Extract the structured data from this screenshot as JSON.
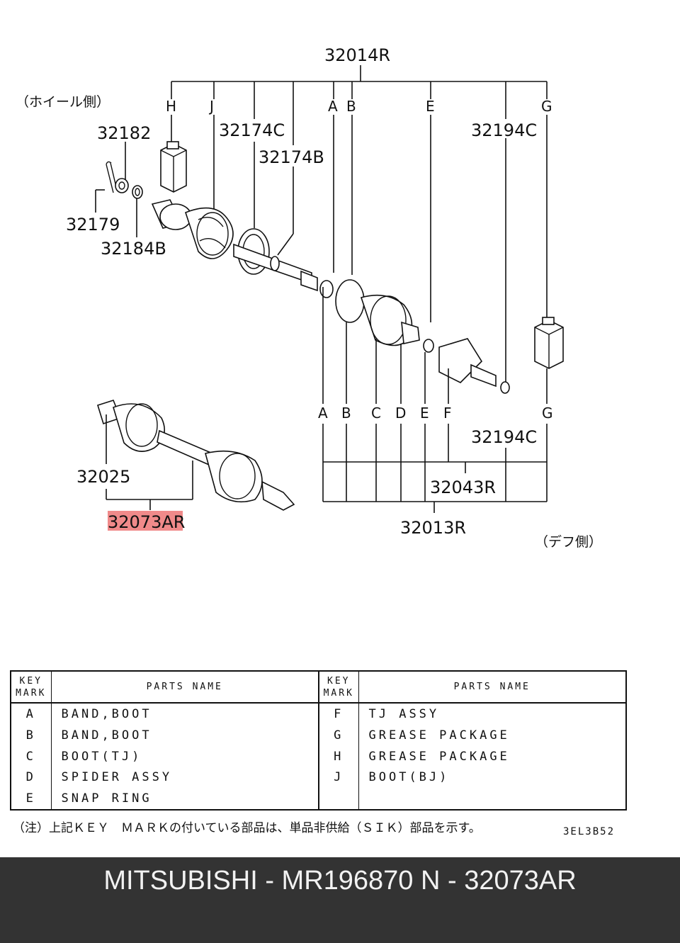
{
  "diagram": {
    "labels": {
      "assy_upper": "32014R",
      "wheel_side": "（ホイール側）",
      "diff_side": "（デフ側）",
      "p32182": "32182",
      "p32179": "32179",
      "p32184b": "32184B",
      "p32174c": "32174C",
      "p32174b": "32174B",
      "p32194c_top": "32194C",
      "p32194c_bottom": "32194C",
      "p32025": "32025",
      "p32073ar_highlight": "32073A",
      "p32073ar_suffix": "R",
      "p32043r": "32043R",
      "p32013r": "32013R"
    },
    "key_letters_top": [
      "H",
      "J",
      "A",
      "B",
      "E",
      "G"
    ],
    "key_letters_bottom": [
      "A",
      "B",
      "C",
      "D",
      "E",
      "F",
      "G"
    ],
    "highlight_color": "#f08a8a"
  },
  "table": {
    "header_key": [
      "KEY",
      "MARK"
    ],
    "header_name": "PARTS NAME",
    "left_rows": [
      {
        "key": "A",
        "name": "BAND,BOOT"
      },
      {
        "key": "B",
        "name": "BAND,BOOT"
      },
      {
        "key": "C",
        "name": "BOOT(TJ)"
      },
      {
        "key": "D",
        "name": "SPIDER ASSY"
      },
      {
        "key": "E",
        "name": "SNAP RING"
      }
    ],
    "right_rows": [
      {
        "key": "F",
        "name": "TJ ASSY"
      },
      {
        "key": "G",
        "name": "GREASE PACKAGE"
      },
      {
        "key": "H",
        "name": "GREASE PACKAGE"
      },
      {
        "key": "J",
        "name": "BOOT(BJ)"
      },
      {
        "key": "",
        "name": ""
      }
    ]
  },
  "footnote": "（注）上記ＫＥＹ　ＭＡＲＫの付いている部品は、単品非供給（ＳＩＫ）部品を示す。",
  "drawing_code": "3EL3B52",
  "footer": {
    "text": "MITSUBISHI - MR196870   N - 32073AR",
    "background": "#333333"
  }
}
